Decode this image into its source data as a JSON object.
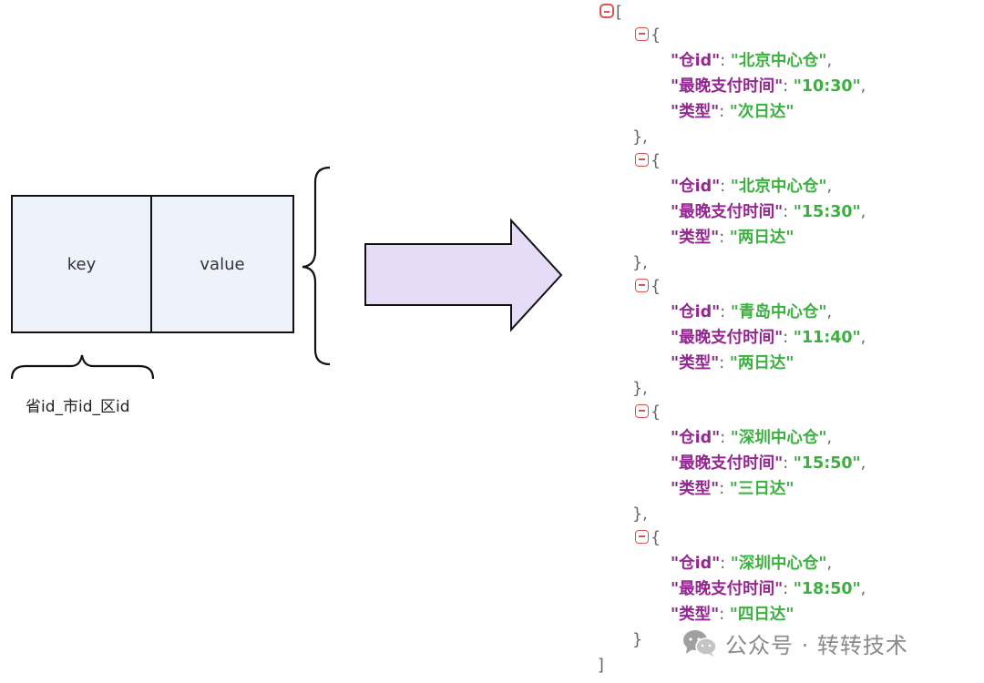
{
  "diagram": {
    "key_label": "key",
    "value_label": "value",
    "key_caption": "省id_市id_区id",
    "arrow_fill": "#e6dcf7",
    "box_fill": "#eef2fb"
  },
  "json_view": {
    "open_bracket": "[",
    "close_bracket": "]",
    "entries": [
      {
        "warehouse": "\"北京中心仓\"",
        "deadline": "\"10:30\"",
        "type": "\"次日达\""
      },
      {
        "warehouse": "\"北京中心仓\"",
        "deadline": "\"15:30\"",
        "type": "\"两日达\""
      },
      {
        "warehouse": "\"青岛中心仓\"",
        "deadline": "\"11:40\"",
        "type": "\"两日达\""
      },
      {
        "warehouse": "\"深圳中心仓\"",
        "deadline": "\"15:50\"",
        "type": "\"三日达\""
      },
      {
        "warehouse": "\"深圳中心仓\"",
        "deadline": "\"18:50\"",
        "type": "\"四日达\""
      }
    ],
    "key_names": {
      "warehouse": "\"仓id\"",
      "deadline": "\"最晚支付时间\"",
      "type": "\"类型\""
    },
    "colors": {
      "key": "#92278f",
      "value": "#3ab03e",
      "collapse": "#d9534f"
    }
  },
  "watermark": {
    "icon": "wechat-icon",
    "text": "公众号 · 转转技术"
  }
}
